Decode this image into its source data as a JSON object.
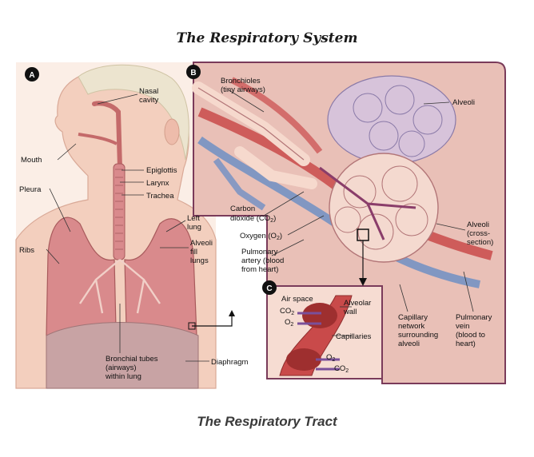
{
  "title": "The Respiratory System",
  "caption": "The Respiratory Tract",
  "panels": {
    "a": "A",
    "b": "B",
    "c": "C"
  },
  "labels": {
    "nasal_cavity": [
      "Nasal",
      "cavity"
    ],
    "mouth": "Mouth",
    "epiglottis": "Epiglottis",
    "larynx": "Larynx",
    "trachea": "Trachea",
    "pleura": "Pleura",
    "left_lung": [
      "Left",
      "lung"
    ],
    "ribs": "Ribs",
    "alveoli_fill": [
      "Alveoli",
      "fill",
      "lungs"
    ],
    "bronchial_tubes": [
      "Bronchial tubes",
      "(airways)",
      "within lung"
    ],
    "diaphragm": "Diaphragm",
    "bronchioles": [
      "Bronchioles",
      "(tiny airways)"
    ],
    "alveoli": "Alveoli",
    "carbon_dioxide": [
      "Carbon",
      "dioxide (CO",
      "2",
      ")"
    ],
    "oxygen": [
      "Oxygen (O",
      "2",
      ")"
    ],
    "pulmonary_artery": [
      "Pulmonary",
      "artery (blood",
      "from heart)"
    ],
    "alveoli_cross": [
      "Alveoli",
      "(cross-",
      "section)"
    ],
    "capillary_network": [
      "Capillary",
      "network",
      "surrounding",
      "alveoli"
    ],
    "pulmonary_vein": [
      "Pulmonary",
      "vein",
      "(blood to",
      "heart)"
    ],
    "air_space": "Air space",
    "alveolar_wall": [
      "Alveolar",
      "wall"
    ],
    "capillaries": "Capillaries",
    "co2_out": [
      "CO",
      "2"
    ],
    "o2_in": [
      "O",
      "2"
    ],
    "o2_blood": [
      "O",
      "2"
    ],
    "co2_blood": [
      "CO",
      "2"
    ]
  },
  "colors": {
    "skin": "#f3cfbe",
    "lung": "#d98a8c",
    "vessel_red": "#c94a4a",
    "vessel_blue": "#6f8fc4",
    "panel_border": "#7a3b5a",
    "panel_b_bg": "#e9c0b7",
    "panel_c_bg": "#f6dcd2",
    "airway": "#8a3d6a"
  }
}
